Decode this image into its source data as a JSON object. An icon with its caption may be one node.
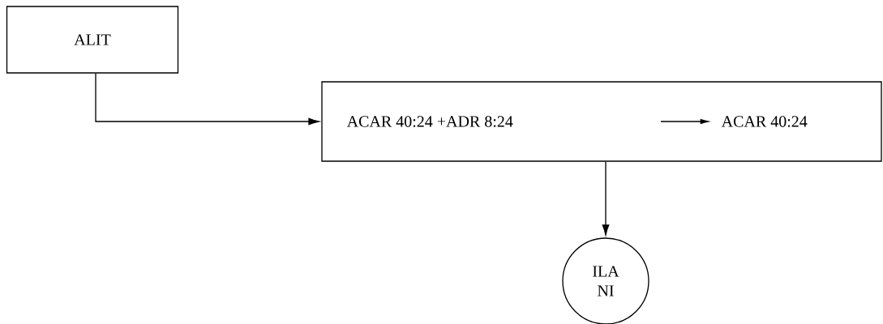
{
  "diagram": {
    "nodes": [
      {
        "text": [
          "ALIT"
        ]
      },
      {
        "text": [
          "ACAR 40:24 +ADR 8:24",
          "ACAR 40:24"
        ]
      },
      {
        "text": [
          "ILA NI"
        ]
      }
    ],
    "edges": [
      {
        "from": 0,
        "to": 1,
        "arrow": "to"
      },
      {
        "from": 1,
        "to": 2,
        "arrow": "to"
      }
    ]
  }
}
